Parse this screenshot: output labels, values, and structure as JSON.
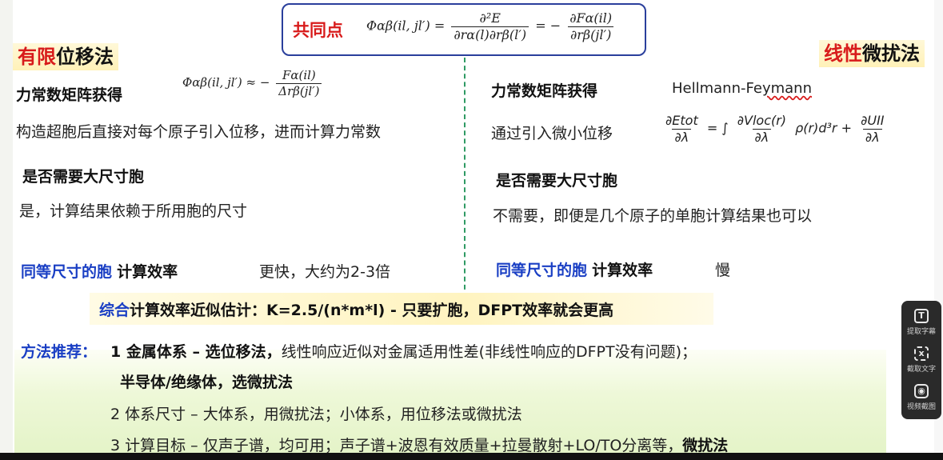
{
  "common_box": {
    "label": "共同点",
    "formula": {
      "lhs": "Φαβ(il, jl′)",
      "d2": "∂²E",
      "den1": "∂rα(l)∂rβ(l′)",
      "dF": "∂Fα(il)",
      "den2": "∂rβ(jl′)"
    }
  },
  "left": {
    "title_red": "有限",
    "title_rest": "位移法",
    "fc_heading": "力常数矩阵获得",
    "fc_formula": {
      "lhs": "Φαβ(il, jl′) ≈ −",
      "num": "Fα(il)",
      "den": "Δrβ(jl′)"
    },
    "construct_text": "构造超胞后直接对每个原子引入位移，进而计算力常数",
    "need_heading": "是否需要大尺寸胞",
    "need_answer": "是，计算结果依赖于所用胞的尺寸",
    "eff_blue": "同等尺寸的胞",
    "eff_label": "计算效率",
    "eff_value": "更快，大约为2-3倍"
  },
  "right": {
    "title_red": "线性",
    "title_rest": "微扰法",
    "fc_heading": "力常数矩阵获得",
    "hf_label": "Hellmann-Feymann",
    "intro_text": "通过引入微小位移",
    "formula": {
      "dE": "∂Etot",
      "dl": "∂λ",
      "dV": "∂Vloc(r)",
      "rho": "ρ(r)d³r +",
      "dU": "∂UII"
    },
    "need_heading": "是否需要大尺寸胞",
    "need_answer": "不需要，即便是几个原子的单胞计算结果也可以",
    "eff_blue": "同等尺寸的胞",
    "eff_label": "计算效率",
    "eff_value": "慢"
  },
  "summary": {
    "blue": "综合",
    "text": "计算效率近似估计：K=2.5/(n*m*l)  - 只要扩胞，DFPT效率就会更高"
  },
  "recommend": {
    "label": "方法推荐：",
    "line1_bold": "1 金属体系 – 选位移法，",
    "line1_rest": "线性响应近似对金属适用性差(非线性响应的DFPT没有问题)；",
    "line2": "半导体/绝缘体，选微扰法",
    "line3": "2 体系尺寸 – 大体系，用微扰法；小体系，用位移法或微扰法",
    "line4_main": "3 计算目标 – 仅声子谱，均可用；声子谱+波恩有效质量+拉曼散射+LO/TO分离等，",
    "line4_bold": "微扰法"
  },
  "side_panel": {
    "tools": [
      {
        "icon": "subtitle-icon",
        "glyph": "T",
        "label": "提取字幕"
      },
      {
        "icon": "text-extract-icon",
        "glyph": "x",
        "label": "截取文字"
      },
      {
        "icon": "camera-icon",
        "glyph": "◉",
        "label": "视频截图"
      }
    ]
  },
  "colors": {
    "red": "#d81b1b",
    "blue": "#1a3fc4",
    "box_border": "#2a3f9c",
    "divider": "#2f9a64"
  }
}
